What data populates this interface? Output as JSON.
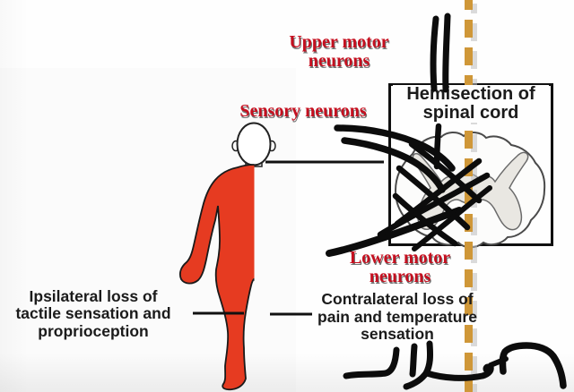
{
  "labels": {
    "upper_motor": "Upper motor\nneurons",
    "sensory": "Sensory neurons",
    "hemisection": "Hemisection of\nspinal cord",
    "lower_motor": "Lower motor\nneurons",
    "ipsilateral": "Ipsilateral loss of\ntactile sensation and\nproprioception",
    "contralateral": "Contralateral loss of\npain and temperature\nsensation"
  },
  "colors": {
    "label_red": "#c50f1f",
    "body_left_red": "#e63b21",
    "body_right_blue": "#29a7e0",
    "dash_orange": "#cf9738",
    "ink_black": "#1b1b1b",
    "cord_gray": "#e9e7e2"
  },
  "icons": {
    "body_figure": "half-red-half-blue-human-figure",
    "cord_figure": "spinal-cord-cross-section",
    "lesion_line": "vertical-dashed-lesion-line",
    "annotations": "hand-drawn-black-marker-strokes"
  }
}
